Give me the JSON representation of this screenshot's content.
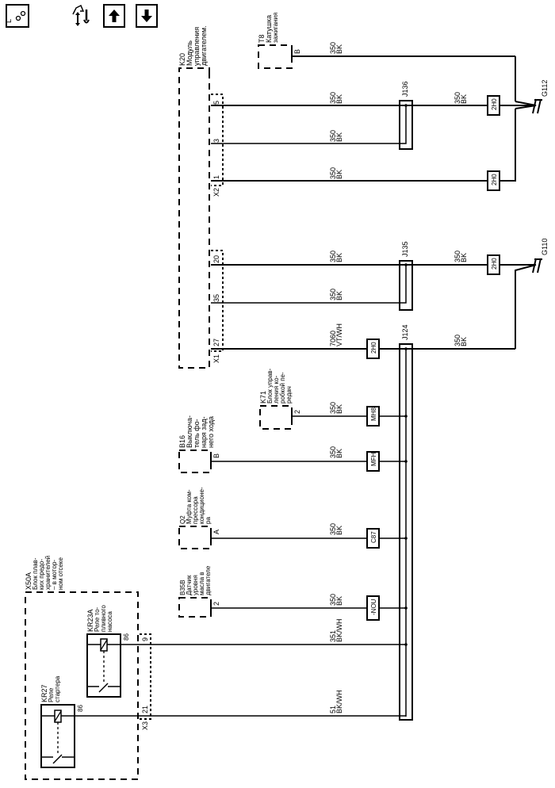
{
  "toolbar": {
    "buttons": [
      {
        "name": "legend-button",
        "icon": "loc-legend-icon",
        "label": "L O C"
      },
      {
        "name": "component-locator-button",
        "icon": "locator-wrench-icon"
      },
      {
        "name": "page-up-button",
        "icon": "arrow-up-icon"
      },
      {
        "name": "page-down-button",
        "icon": "arrow-down-icon"
      }
    ]
  },
  "components": {
    "T8": {
      "id": "T8",
      "lines": [
        "T8",
        "Катушка",
        "зажигания"
      ],
      "pin": "B"
    },
    "K20": {
      "id": "K20",
      "lines": [
        "K20",
        "Модуль",
        "управления",
        "двигателем."
      ]
    },
    "K71": {
      "id": "K71",
      "lines": [
        "K71",
        "Блок управ-",
        "ления ко-",
        "робкой пе-",
        "редач"
      ],
      "pin": "2"
    },
    "B16": {
      "id": "B16",
      "lines": [
        "B16",
        "Выключа-",
        "тель фо-",
        "наря зад-",
        "него хода"
      ],
      "pin": "B"
    },
    "Q2": {
      "id": "Q2",
      "lines": [
        "Q2",
        "Муфта ком-",
        "прессора",
        "кондиционе-",
        "ра"
      ],
      "pin": "A"
    },
    "B35B": {
      "id": "B35B",
      "lines": [
        "B35B",
        "Датчик",
        "уровня",
        "масла в",
        "двигателе"
      ],
      "pin": "2"
    },
    "X50A": {
      "id": "X50A",
      "lines": [
        "X50A",
        "Блок плав-",
        "ких предо-",
        "хранителей",
        "– в мотор-",
        "ном отсеке"
      ]
    },
    "KR23A": {
      "id": "KR23A",
      "lines": [
        "KR23A",
        "Реле то-",
        "пливного",
        "насоса"
      ],
      "pin": "86"
    },
    "KR27": {
      "id": "KR27",
      "lines": [
        "KR27",
        "Реле",
        "стартера"
      ],
      "pin": "86"
    }
  },
  "connectors": {
    "X2": {
      "label": "X2",
      "pins": [
        "5",
        "3",
        "1"
      ]
    },
    "X1": {
      "label": "X1",
      "pins": [
        "20",
        "35",
        "27"
      ]
    },
    "X3": {
      "label": "X3",
      "pins": [
        "9",
        "21"
      ]
    }
  },
  "splices": [
    "J136",
    "J135",
    "J124"
  ],
  "grounds": [
    "G112",
    "G110"
  ],
  "wires": {
    "t8": {
      "circuit": "350",
      "color": "BK"
    },
    "x2_5": {
      "circuit": "350",
      "color": "BK"
    },
    "x2_5_g": {
      "circuit": "350",
      "color": "BK"
    },
    "x2_3": {
      "circuit": "350",
      "color": "BK"
    },
    "x2_1": {
      "circuit": "350",
      "color": "BK"
    },
    "x1_20": {
      "circuit": "350",
      "color": "BK"
    },
    "x1_20_g": {
      "circuit": "350",
      "color": "BK"
    },
    "x1_35": {
      "circuit": "350",
      "color": "BK"
    },
    "x1_27": {
      "circuit": "7060",
      "color": "VT/WH"
    },
    "j124_g": {
      "circuit": "350",
      "color": "BK"
    },
    "k71": {
      "circuit": "350",
      "color": "BK"
    },
    "b16": {
      "circuit": "350",
      "color": "BK"
    },
    "q2": {
      "circuit": "350",
      "color": "BK"
    },
    "b35b": {
      "circuit": "350",
      "color": "BK"
    },
    "x3_9": {
      "circuit": "351",
      "color": "BK/WH"
    },
    "x3_21": {
      "circuit": "51",
      "color": "BK/WH"
    }
  },
  "inline_connectors": {
    "x2_5": "2H0",
    "x2_1": "2H0",
    "x1_20": "2H0",
    "x1_27": "2H0",
    "k71": "MH8",
    "b16": "MFH",
    "q2": "C87",
    "b35b": "-NOU"
  }
}
